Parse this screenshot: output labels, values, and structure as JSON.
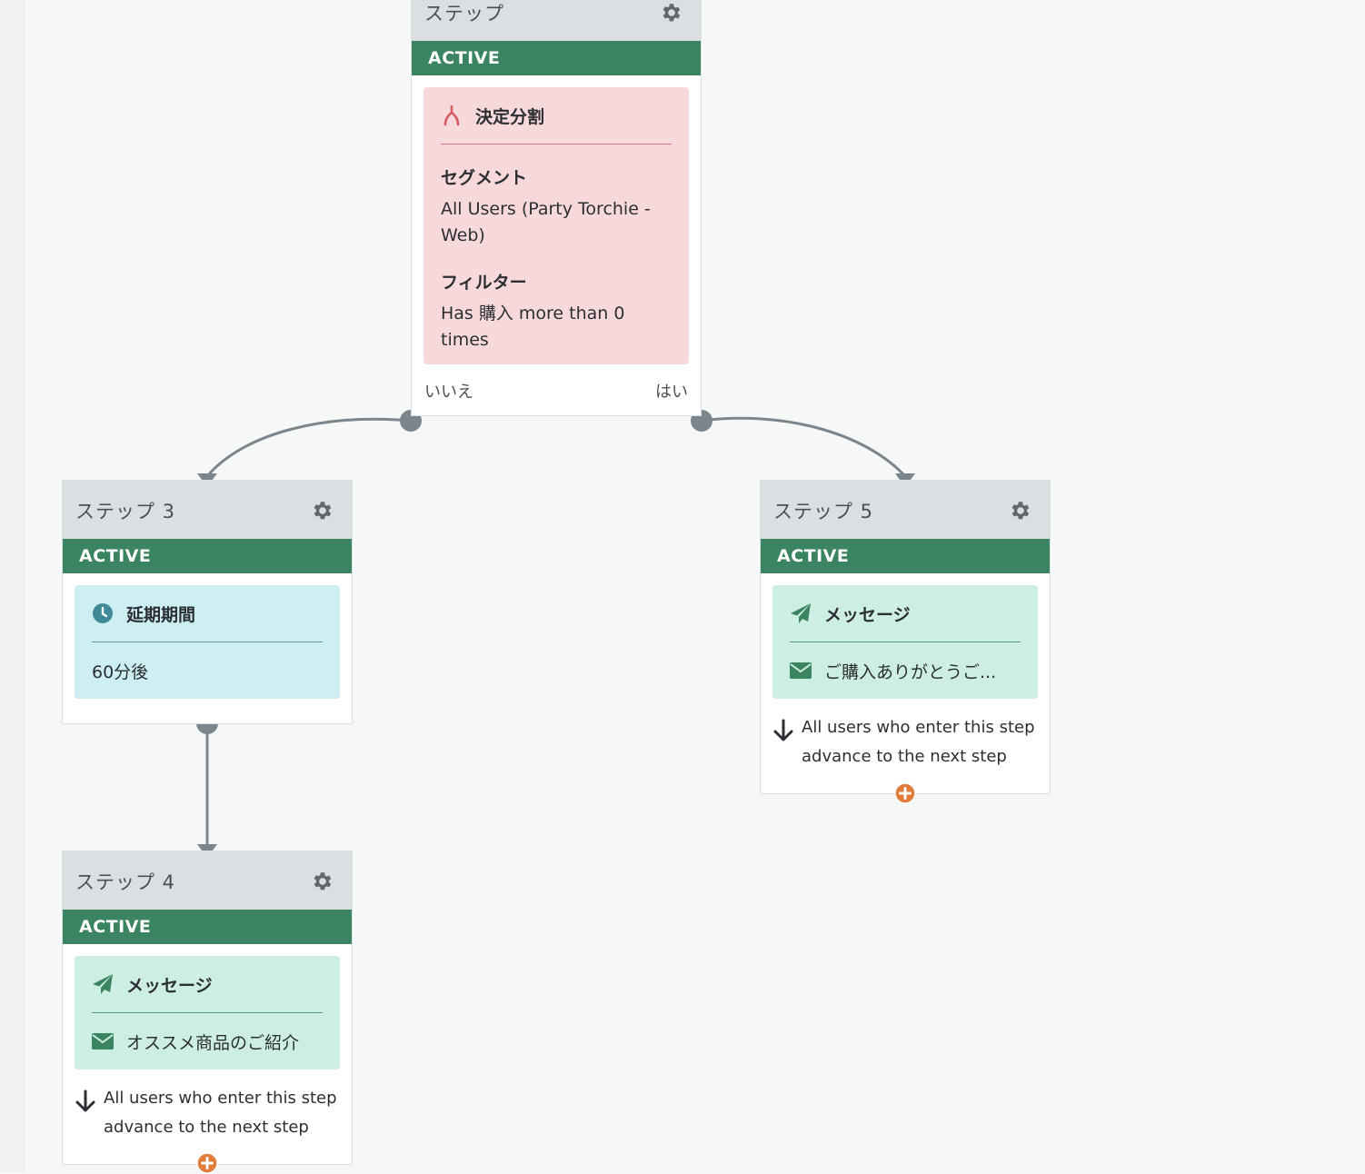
{
  "steps": {
    "step2": {
      "title": "ステップ",
      "status": "ACTIVE",
      "component": {
        "type": "decision-split",
        "label": "決定分割",
        "segment_title": "セグメント",
        "segment_value": "All Users (Party Torchie - Web)",
        "filter_title": "フィルター",
        "filter_value": "Has 購入 more than 0 times"
      },
      "branch_no": "いいえ",
      "branch_yes": "はい"
    },
    "step3": {
      "title": "ステップ 3",
      "status": "ACTIVE",
      "component": {
        "type": "delay",
        "label": "延期期間",
        "value": "60分後"
      }
    },
    "step4": {
      "title": "ステップ 4",
      "status": "ACTIVE",
      "component": {
        "type": "message",
        "label": "メッセージ",
        "value": "オススメ商品のご紹介"
      },
      "advance_text": "All users who enter this step advance to the next step"
    },
    "step5": {
      "title": "ステップ 5",
      "status": "ACTIVE",
      "component": {
        "type": "message",
        "label": "メッセージ",
        "value": "ご購入ありがとうご..."
      },
      "advance_text": "All users who enter this step advance to the next step"
    }
  },
  "icons": {
    "settings": "gear-icon",
    "split": "split-icon",
    "delay": "clock-icon",
    "message": "paper-plane-icon",
    "email": "envelope-icon",
    "advance": "arrow-down-icon",
    "add": "plus-circle-icon"
  },
  "colors": {
    "active_green": "#3b8462",
    "header_gray": "#dcdfe1",
    "decision_bg": "#f8d9db",
    "delay_bg": "#cdeef3",
    "message_bg": "#cdeee2",
    "connector": "#7b858c",
    "add_orange": "#e07b39"
  }
}
